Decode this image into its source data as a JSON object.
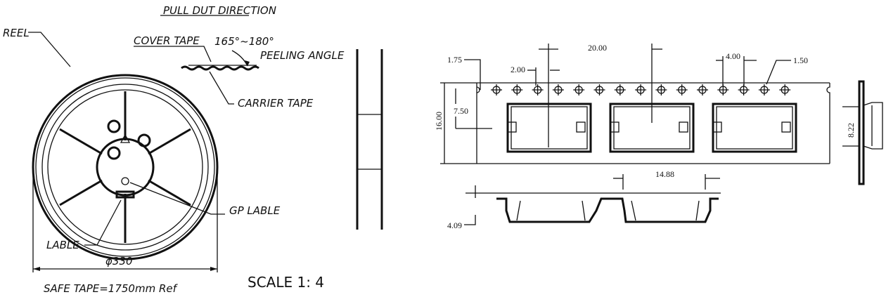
{
  "reel_view": {
    "title": "PULL DUT DIRECTION",
    "reel_label": "REEL",
    "cover_tape_label": "COVER TAPE",
    "angle_label": "165°~180°",
    "peeling_angle_label": "PEELING ANGLE",
    "carrier_tape_label": "CARRIER TAPE",
    "gp_label": "GP LABLE",
    "label_label": "LABLE",
    "diameter_label": "ϕ330",
    "safe_tape_label": "SAFE TAPE=1750mm Ref"
  },
  "scale_label": "SCALE  1: 4",
  "tape_view": {
    "dim_pitch": "20.00",
    "dim_edge": "1.75",
    "dim_hole_pitch": "2.00",
    "dim_sprocket": "4.00",
    "dim_hole_dia": "1.50",
    "dim_width": "16.00",
    "dim_center": "7.50",
    "dim_pocket": "14.88",
    "dim_depth": "4.09",
    "dim_side": "8.22"
  }
}
